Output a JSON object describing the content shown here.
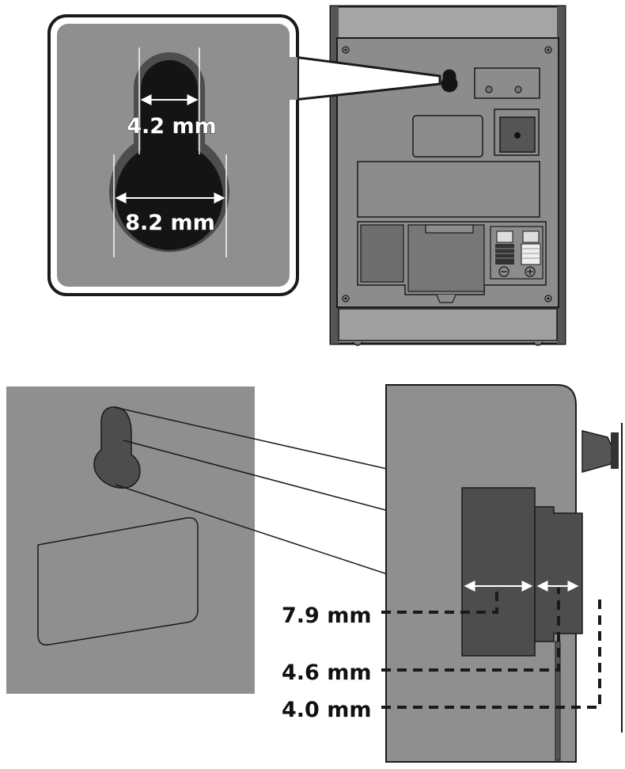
{
  "callout": {
    "inner_width_label": "4.2 mm",
    "outer_width_label": "8.2 mm"
  },
  "side_view": {
    "depth_labels": [
      "7.9 mm",
      "4.6 mm",
      "4.0 mm"
    ]
  },
  "colors": {
    "panel_gray": "#8f8f8f",
    "dark_gray": "#4d4d4d",
    "hole_black": "#141414",
    "outline": "#1a1a1a"
  }
}
